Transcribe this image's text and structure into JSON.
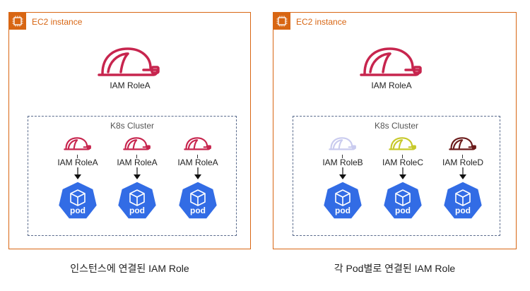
{
  "colors": {
    "ec2_orange": "#d86613",
    "role_red": "#c7254e",
    "pod_blue": "#326ce5",
    "role_b": "#c9cbef",
    "role_c": "#c7c92a",
    "role_d": "#6b1b1b"
  },
  "left": {
    "ec2_label": "EC2 instance",
    "main_role": "IAM RoleA",
    "cluster_label": "K8s Cluster",
    "pods": [
      {
        "role": "IAM RoleA",
        "pod": "pod",
        "hat_color": "#c7254e",
        "icon": "hard-hat-icon"
      },
      {
        "role": "IAM RoleA",
        "pod": "pod",
        "hat_color": "#c7254e",
        "icon": "hard-hat-icon"
      },
      {
        "role": "IAM RoleA",
        "pod": "pod",
        "hat_color": "#c7254e",
        "icon": "hard-hat-icon"
      }
    ],
    "caption": "인스턴스에 연결된 IAM Role"
  },
  "right": {
    "ec2_label": "EC2 instance",
    "main_role": "IAM RoleA",
    "cluster_label": "K8s Cluster",
    "pods": [
      {
        "role": "IAM RoleB",
        "pod": "pod",
        "hat_color": "#c9cbef",
        "icon": "hard-hat-icon"
      },
      {
        "role": "IAM RoleC",
        "pod": "pod",
        "hat_color": "#c7c92a",
        "icon": "hard-hat-icon"
      },
      {
        "role": "IAM RoleD",
        "pod": "pod",
        "hat_color": "#6b1b1b",
        "icon": "hard-hat-icon"
      }
    ],
    "caption": "각 Pod별로 연결된 IAM Role"
  }
}
